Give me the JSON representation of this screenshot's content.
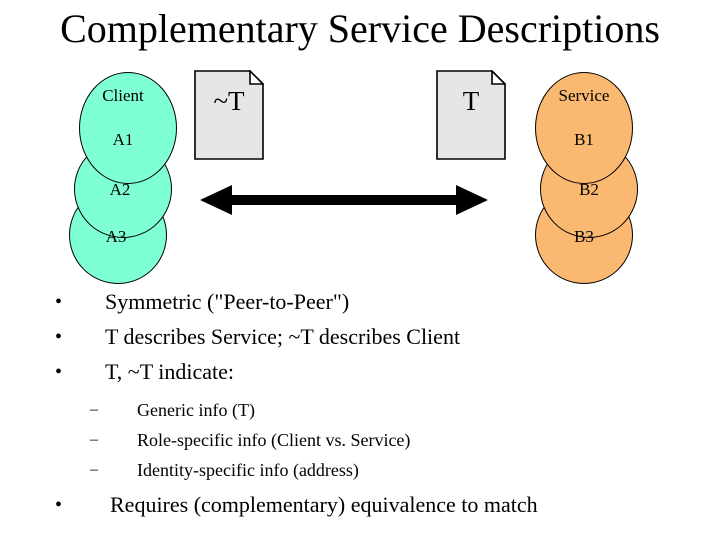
{
  "slide": {
    "title": "Complementary Service Descriptions",
    "background_color": "#FFFFFF"
  },
  "diagram": {
    "left_cluster": {
      "name": "client-stack",
      "fill_color": "#7FFFD4",
      "stroke_color": "#000000",
      "labels": [
        "Client",
        "A1",
        "A2",
        "A3"
      ]
    },
    "right_cluster": {
      "name": "service-stack",
      "fill_color": "#FBB871",
      "stroke_color": "#000000",
      "labels": [
        "Service",
        "B1",
        "B2",
        "B3"
      ]
    },
    "left_document": {
      "name": "document-not-t",
      "label": "~T",
      "fill_color": "#E6E6E6",
      "stroke_color": "#000000"
    },
    "right_document": {
      "name": "document-t",
      "label": "T",
      "fill_color": "#E6E6E6",
      "stroke_color": "#000000"
    },
    "arrow": {
      "name": "double-headed-arrow",
      "direction": "bidirectional",
      "color": "#000000"
    }
  },
  "bullets": [
    {
      "marker": "•",
      "text": "Symmetric (\"Peer-to-Peer\")"
    },
    {
      "marker": "•",
      "text": "T describes Service; ~T describes Client"
    },
    {
      "marker": "•",
      "text": "T, ~T indicate:"
    }
  ],
  "sub_bullets": [
    {
      "marker": "–",
      "text": "Generic info (T)"
    },
    {
      "marker": "–",
      "text": "Role-specific info (Client vs. Service)"
    },
    {
      "marker": "–",
      "text": "Identity-specific info (address)"
    }
  ],
  "final_bullet": {
    "marker": "•",
    "text": "Requires (complementary) equivalence to match"
  }
}
